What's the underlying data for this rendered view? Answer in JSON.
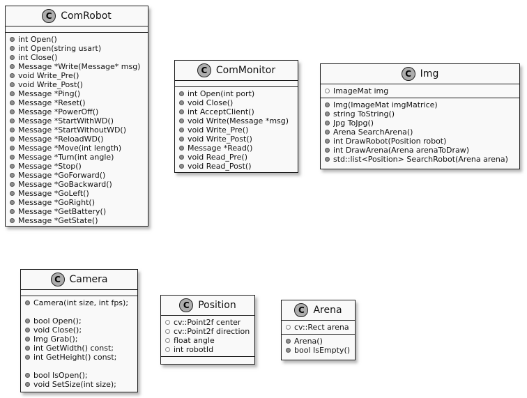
{
  "colors": {
    "page_background": "#FFFFFF",
    "class_fill": "#F9F9F9",
    "class_border": "#1B1B1B",
    "badge_fill": "#ADADAD",
    "method_dot_fill": "#8F8F8F",
    "field_dot_fill": "#FDFDFD",
    "text": "#111111"
  },
  "icons": {
    "class_badge": "circled-letter-C",
    "method_visibility": "filled-circle",
    "field_visibility": "hollow-circle"
  },
  "classes": [
    {
      "name": "ComRobot",
      "badge": "C",
      "sections": [
        {
          "rows": []
        },
        {
          "rows": [
            {
              "kind": "method",
              "text": "int Open()"
            },
            {
              "kind": "method",
              "text": "int Open(string usart)"
            },
            {
              "kind": "method",
              "text": "int Close()"
            },
            {
              "kind": "method",
              "text": "Message *Write(Message* msg)"
            },
            {
              "kind": "method",
              "text": "void Write_Pre()"
            },
            {
              "kind": "method",
              "text": "void Write_Post()"
            },
            {
              "kind": "method",
              "text": "Message *Ping()"
            },
            {
              "kind": "method",
              "text": "Message *Reset()"
            },
            {
              "kind": "method",
              "text": "Message *PowerOff()"
            },
            {
              "kind": "method",
              "text": "Message *StartWithWD()"
            },
            {
              "kind": "method",
              "text": "Message *StartWithoutWD()"
            },
            {
              "kind": "method",
              "text": "Message *ReloadWD()"
            },
            {
              "kind": "method",
              "text": "Message *Move(int length)"
            },
            {
              "kind": "method",
              "text": "Message *Turn(int angle)"
            },
            {
              "kind": "method",
              "text": "Message *Stop()"
            },
            {
              "kind": "method",
              "text": "Message *GoForward()"
            },
            {
              "kind": "method",
              "text": "Message *GoBackward()"
            },
            {
              "kind": "method",
              "text": "Message *GoLeft()"
            },
            {
              "kind": "method",
              "text": "Message *GoRight()"
            },
            {
              "kind": "method",
              "text": "Message *GetBattery()"
            },
            {
              "kind": "method",
              "text": "Message *GetState()"
            }
          ]
        }
      ]
    },
    {
      "name": "ComMonitor",
      "badge": "C",
      "sections": [
        {
          "rows": []
        },
        {
          "rows": [
            {
              "kind": "method",
              "text": "int Open(int port)"
            },
            {
              "kind": "method",
              "text": "void Close()"
            },
            {
              "kind": "method",
              "text": "int AcceptClient()"
            },
            {
              "kind": "method",
              "text": "void Write(Message *msg)"
            },
            {
              "kind": "method",
              "text": "void Write_Pre()"
            },
            {
              "kind": "method",
              "text": "void Write_Post()"
            },
            {
              "kind": "method",
              "text": "Message *Read()"
            },
            {
              "kind": "method",
              "text": "void Read_Pre()"
            },
            {
              "kind": "method",
              "text": "void Read_Post()"
            }
          ]
        }
      ]
    },
    {
      "name": "Img",
      "badge": "C",
      "sections": [
        {
          "rows": [
            {
              "kind": "field",
              "text": "ImageMat img"
            }
          ]
        },
        {
          "rows": [
            {
              "kind": "method",
              "text": "Img(ImageMat imgMatrice)"
            },
            {
              "kind": "method",
              "text": "string ToString()"
            },
            {
              "kind": "method",
              "text": "Jpg ToJpg()"
            },
            {
              "kind": "method",
              "text": "Arena SearchArena()"
            },
            {
              "kind": "method",
              "text": "int DrawRobot(Position robot)"
            },
            {
              "kind": "method",
              "text": "int DrawArena(Arena arenaToDraw)"
            },
            {
              "kind": "method",
              "text": "std::list<Position> SearchRobot(Arena arena)"
            }
          ]
        }
      ]
    },
    {
      "name": "Camera",
      "badge": "C",
      "sections": [
        {
          "rows": []
        },
        {
          "rows": [
            {
              "kind": "method",
              "text": "Camera(int size, int fps);"
            },
            {
              "kind": "blank",
              "text": ""
            },
            {
              "kind": "method",
              "text": "bool Open();"
            },
            {
              "kind": "method",
              "text": "void Close();"
            },
            {
              "kind": "method",
              "text": "Img Grab();"
            },
            {
              "kind": "method",
              "text": "int GetWidth() const;"
            },
            {
              "kind": "method",
              "text": "int GetHeight() const;"
            },
            {
              "kind": "blank",
              "text": ""
            },
            {
              "kind": "method",
              "text": "bool IsOpen();"
            },
            {
              "kind": "method",
              "text": "void SetSize(int size);"
            }
          ]
        }
      ]
    },
    {
      "name": "Position",
      "badge": "C",
      "sections": [
        {
          "rows": [
            {
              "kind": "field",
              "text": "cv::Point2f center"
            },
            {
              "kind": "field",
              "text": "cv::Point2f direction"
            },
            {
              "kind": "field",
              "text": "float angle"
            },
            {
              "kind": "field",
              "text": "int robotId"
            }
          ]
        },
        {
          "rows": []
        }
      ]
    },
    {
      "name": "Arena",
      "badge": "C",
      "sections": [
        {
          "rows": [
            {
              "kind": "field",
              "text": "cv::Rect arena"
            }
          ]
        },
        {
          "rows": [
            {
              "kind": "method",
              "text": "Arena()"
            },
            {
              "kind": "method",
              "text": "bool IsEmpty()"
            }
          ]
        }
      ]
    }
  ]
}
